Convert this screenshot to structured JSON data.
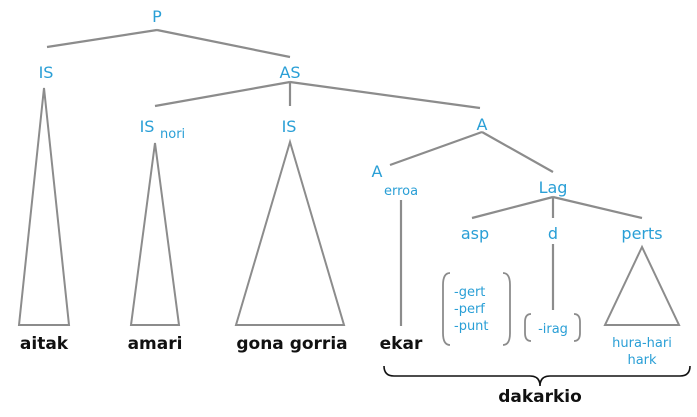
{
  "nodes": {
    "p": "P",
    "is_subject": "IS",
    "as": "AS",
    "is_indirect": "IS",
    "is_indirect_sub": "nori",
    "is_object": "IS",
    "a": "A",
    "a_head": "A",
    "a_head_sub": "erroa",
    "lag": "Lag",
    "asp": "asp",
    "d": "d",
    "perts": "perts"
  },
  "features": {
    "asp": [
      "-gert",
      "-perf",
      "-punt"
    ],
    "d": [
      "-irag"
    ],
    "perts": [
      "hura-hari",
      "hark"
    ]
  },
  "words": {
    "aitak": "aitak",
    "amari": "amari",
    "gona_gorria": "gona gorria",
    "ekar": "ekar",
    "dakarkio": "dakarkio"
  },
  "colors": {
    "label": "#2a9fd6",
    "line": "#8c8c8c",
    "word": "#111111"
  }
}
